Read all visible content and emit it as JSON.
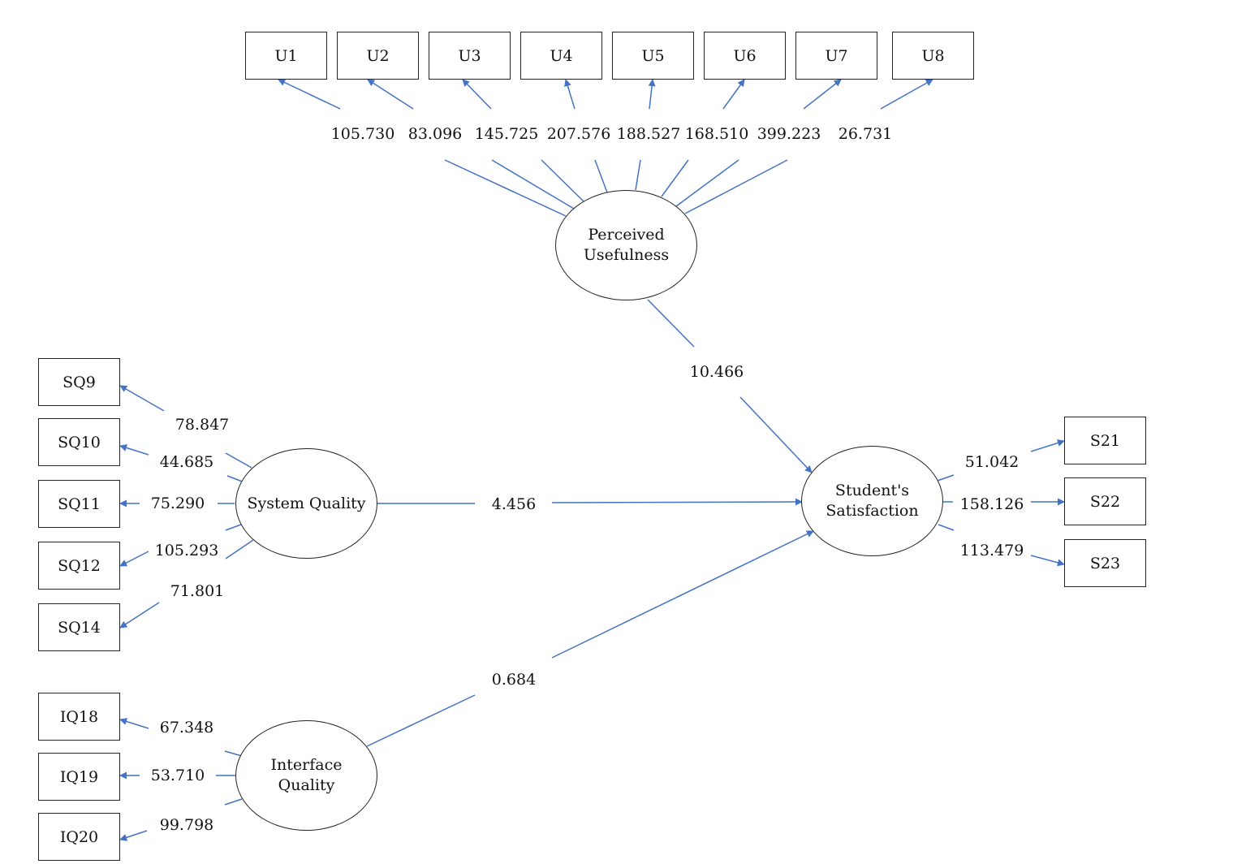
{
  "constructs": {
    "pu": {
      "line1": "Perceived",
      "line2": "Usefulness"
    },
    "sq": {
      "line1": "System Quality"
    },
    "iq": {
      "line1": "Interface",
      "line2": "Quality"
    },
    "ss": {
      "line1": "Student's",
      "line2": "Satisfaction"
    }
  },
  "indicators": {
    "u": [
      "U1",
      "U2",
      "U3",
      "U4",
      "U5",
      "U6",
      "U7",
      "U8"
    ],
    "sq": [
      "SQ9",
      "SQ10",
      "SQ11",
      "SQ12",
      "SQ14"
    ],
    "iq": [
      "IQ18",
      "IQ19",
      "IQ20"
    ],
    "s": [
      "S21",
      "S22",
      "S23"
    ]
  },
  "loadings": {
    "u": [
      "105.730",
      "83.096",
      "145.725",
      "207.576",
      "188.527",
      "168.510",
      "399.223",
      "26.731"
    ],
    "sq": [
      "78.847",
      "44.685",
      "75.290",
      "105.293",
      "71.801"
    ],
    "iq": [
      "67.348",
      "53.710",
      "99.798"
    ],
    "s": [
      "51.042",
      "158.126",
      "113.479"
    ]
  },
  "paths": {
    "pu_ss": "10.466",
    "sq_ss": "4.456",
    "iq_ss": "0.684"
  },
  "colors": {
    "line": "#4472C4",
    "border": "#222222"
  }
}
